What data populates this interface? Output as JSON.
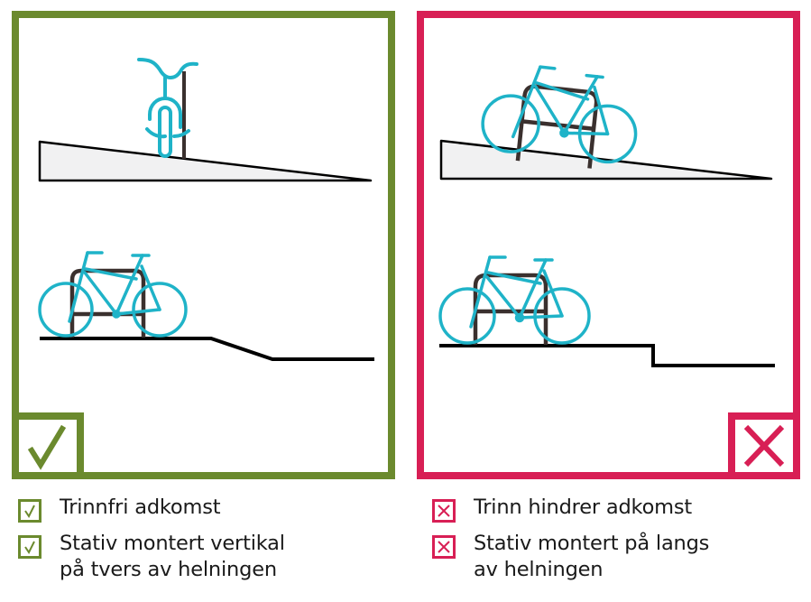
{
  "colors": {
    "good": "#6b8a2e",
    "bad": "#d81f55",
    "bike": "#1fb3c8",
    "rack": "#3a302e",
    "ground": "#000000",
    "slope_fill": "#f1f1f2"
  },
  "panels": [
    {
      "id": "good",
      "status": "correct",
      "badge_icon": "checkmark-icon",
      "scenes": [
        "bike-front-view-on-slope-with-vertical-post",
        "bike-on-flat-ground-with-ramp-descent"
      ]
    },
    {
      "id": "bad",
      "status": "incorrect",
      "badge_icon": "x-cross-icon",
      "scenes": [
        "bike-side-view-tilted-on-slope-with-rack",
        "bike-on-flat-ground-with-step-drop"
      ]
    }
  ],
  "legend": {
    "good": [
      {
        "icon": "checkbox-check-icon",
        "text": "Trinnfri adkomst"
      },
      {
        "icon": "checkbox-check-icon",
        "text": "Stativ montert vertikal\npå tvers av helningen"
      }
    ],
    "bad": [
      {
        "icon": "checkbox-x-icon",
        "text": "Trinn hindrer adkomst"
      },
      {
        "icon": "checkbox-x-icon",
        "text": "Stativ montert på langs\nav helningen"
      }
    ]
  }
}
